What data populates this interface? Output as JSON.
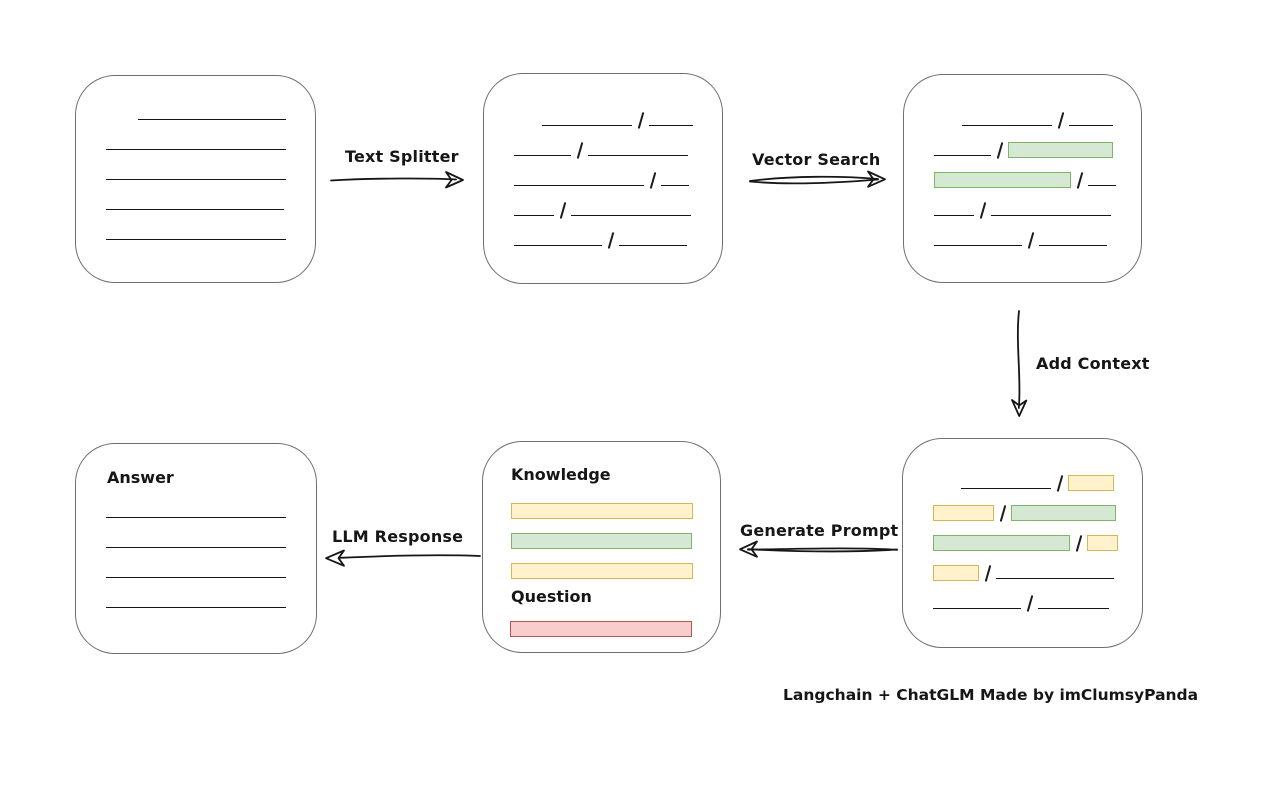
{
  "caption": "Langchain + ChatGLM Made by imClumsyPanda",
  "arrows": {
    "text_splitter": "Text Splitter",
    "vector_search": "Vector Search",
    "add_context": "Add Context",
    "generate_prompt": "Generate Prompt",
    "llm_response": "LLM Response"
  },
  "colors": {
    "chunk_green_fill": "#d5e8d4",
    "chunk_green_border": "#82b366",
    "chunk_yellow_fill": "#fff2cc",
    "chunk_yellow_border": "#d6b656",
    "chunk_red_fill": "#f8cecc",
    "chunk_red_border": "#b85450",
    "box_border": "#6f6f6f",
    "ink": "#161616"
  },
  "boxes": {
    "document": {
      "rows": [
        [
          [
            "gap",
            32
          ],
          [
            "line",
            148
          ]
        ],
        [
          [
            "line",
            180
          ]
        ],
        [
          [
            "line",
            180
          ]
        ],
        [
          [
            "line",
            178
          ]
        ],
        [
          [
            "line",
            180
          ]
        ]
      ]
    },
    "split_chunks": {
      "rows": [
        [
          [
            "gap",
            28
          ],
          [
            "line",
            90
          ],
          [
            "slash",
            0
          ],
          [
            "line",
            44
          ]
        ],
        [
          [
            "line",
            57
          ],
          [
            "slash",
            0
          ],
          [
            "line",
            100
          ]
        ],
        [
          [
            "line",
            130
          ],
          [
            "slash",
            0
          ],
          [
            "line",
            28
          ]
        ],
        [
          [
            "line",
            40
          ],
          [
            "slash",
            0
          ],
          [
            "line",
            120
          ]
        ],
        [
          [
            "line",
            88
          ],
          [
            "slash",
            0
          ],
          [
            "line",
            68
          ]
        ]
      ]
    },
    "retrieved_chunks": {
      "rows": [
        [
          [
            "gap",
            28
          ],
          [
            "line",
            90
          ],
          [
            "slash",
            0
          ],
          [
            "line",
            44
          ]
        ],
        [
          [
            "line",
            57
          ],
          [
            "slash",
            0
          ],
          [
            "green",
            105
          ]
        ],
        [
          [
            "green",
            137
          ],
          [
            "slash",
            0
          ],
          [
            "line",
            28
          ]
        ],
        [
          [
            "line",
            40
          ],
          [
            "slash",
            0
          ],
          [
            "line",
            120
          ]
        ],
        [
          [
            "line",
            88
          ],
          [
            "slash",
            0
          ],
          [
            "line",
            68
          ]
        ]
      ]
    },
    "context_chunks": {
      "rows": [
        [
          [
            "gap",
            28
          ],
          [
            "line",
            90
          ],
          [
            "slash",
            0
          ],
          [
            "yellow",
            46
          ]
        ],
        [
          [
            "yellow",
            61
          ],
          [
            "slash",
            0
          ],
          [
            "green",
            105
          ]
        ],
        [
          [
            "green",
            137
          ],
          [
            "slash",
            0
          ],
          [
            "yellow",
            31
          ]
        ],
        [
          [
            "yellow",
            46
          ],
          [
            "slash",
            0
          ],
          [
            "line",
            118
          ]
        ],
        [
          [
            "line",
            88
          ],
          [
            "slash",
            0
          ],
          [
            "line",
            71
          ]
        ]
      ]
    },
    "prompt": {
      "knowledge_title": "Knowledge",
      "question_title": "Question",
      "knowledge_rows": [
        [
          [
            "yellow",
            182
          ]
        ],
        [
          [
            "green",
            181
          ]
        ],
        [
          [
            "yellow",
            182
          ]
        ]
      ],
      "question_rows": [
        [
          [
            "red",
            182
          ]
        ]
      ]
    },
    "answer": {
      "title": "Answer",
      "rows": [
        [
          [
            "line",
            180
          ]
        ],
        [
          [
            "line",
            180
          ]
        ],
        [
          [
            "line",
            180
          ]
        ],
        [
          [
            "line",
            180
          ]
        ]
      ]
    }
  }
}
